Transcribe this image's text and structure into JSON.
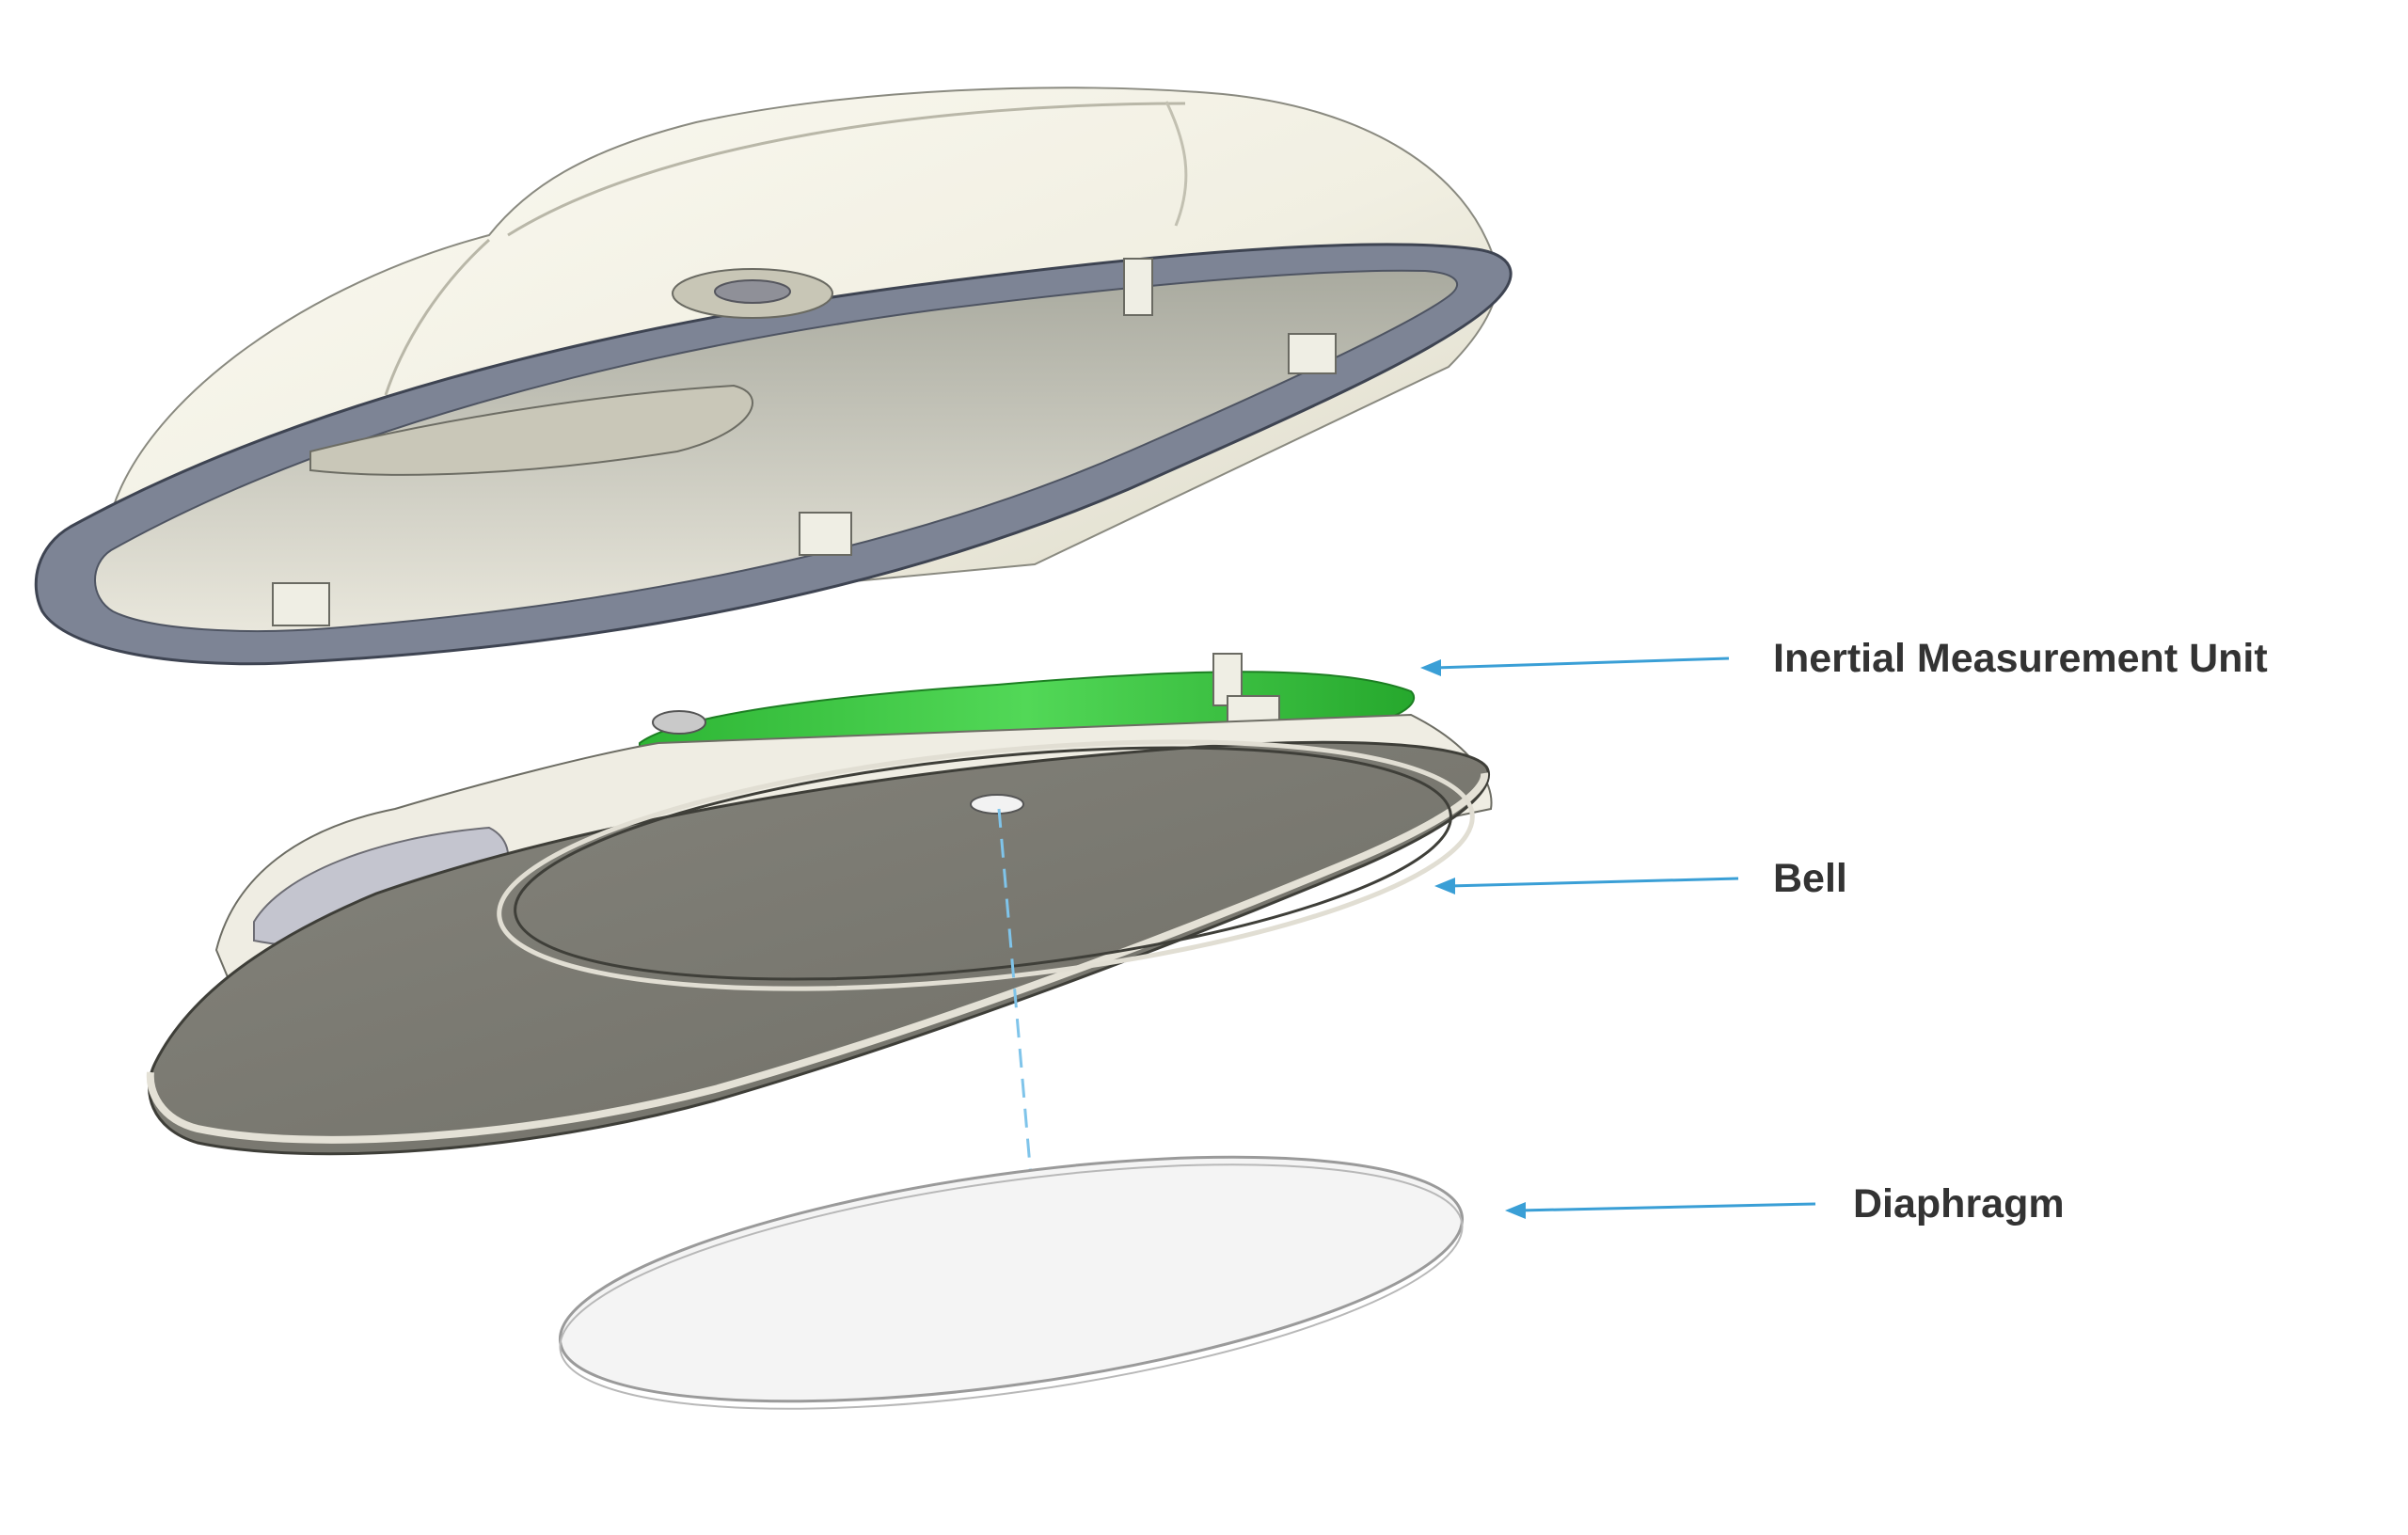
{
  "diagram": {
    "colors": {
      "shell_fill": "#f3f1e6",
      "shell_shadow": "#d9d6c6",
      "rim": "#7c8393",
      "rim_dark": "#464c5a",
      "bell_face": "#7d7c74",
      "bell_edge": "#e6e3d8",
      "board": "#33c63a",
      "diaphragm_fill": "#f4f4f4",
      "diaphragm_edge": "#9a9a9a",
      "arrow": "#3a9fd6",
      "axis": "#7fc4ea",
      "label": "#333333"
    },
    "labels": {
      "imu": "Inertial Measurement Unit",
      "bell": "Bell",
      "diaphragm": "Diaphragm"
    }
  }
}
